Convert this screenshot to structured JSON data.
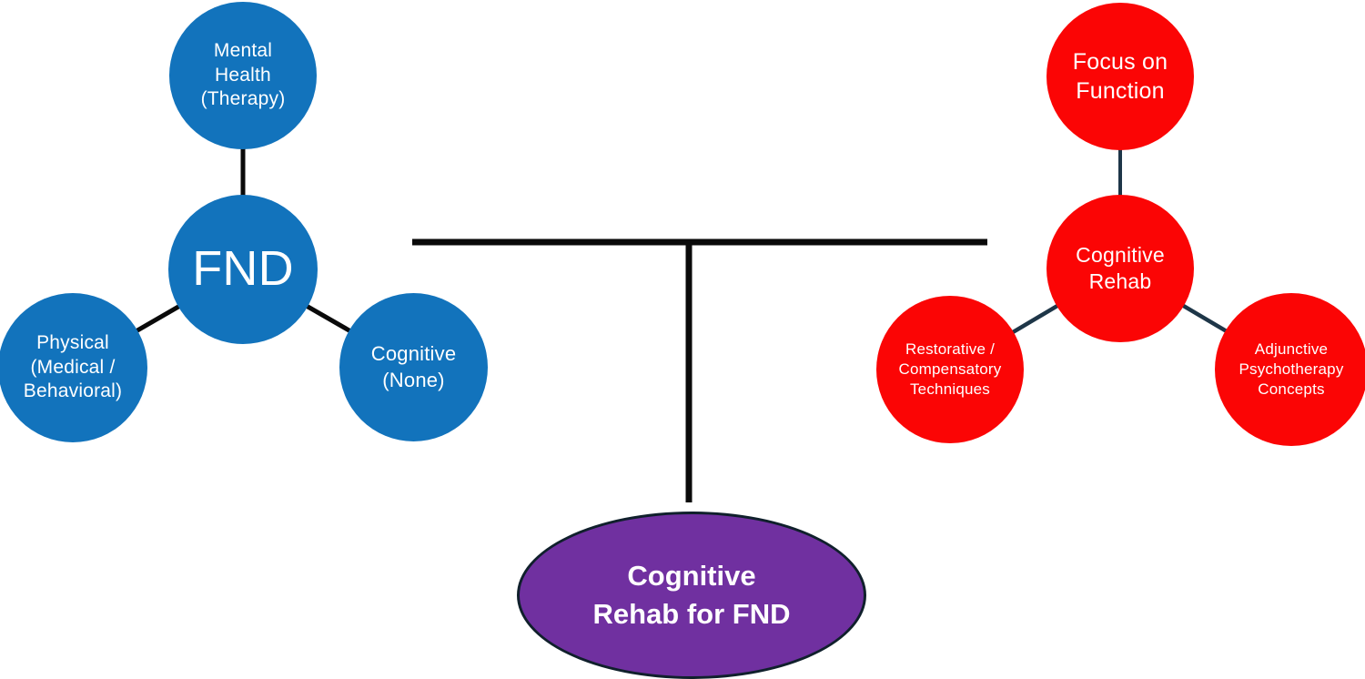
{
  "diagram": {
    "description_visible": false
  },
  "colors": {
    "node_blue": "#1273BC",
    "node_red": "#FB0505",
    "outcome_purple": "#7030A0",
    "black_line": "#0A0A0A",
    "navy_line": "#1E3648",
    "outcome_stroke": "#10202C",
    "text_white": "#FFFFFF"
  },
  "nodes": {
    "mental_health": {
      "label": "Mental\nHealth\n(Therapy)"
    },
    "fnd": {
      "label": "FND"
    },
    "physical": {
      "label": "Physical\n(Medical /\nBehavioral)"
    },
    "cognitive_none": {
      "label": "Cognitive\n(None)"
    },
    "focus_function": {
      "label": "Focus on\nFunction"
    },
    "cognitive_rehab": {
      "label": "Cognitive\nRehab"
    },
    "restorative": {
      "label": "Restorative  /\nCompensatory\nTechniques"
    },
    "adjunctive": {
      "label": "Adjunctive\nPsychotherapy\nConcepts"
    },
    "outcome": {
      "label": "Cognitive\nRehab for FND"
    }
  }
}
